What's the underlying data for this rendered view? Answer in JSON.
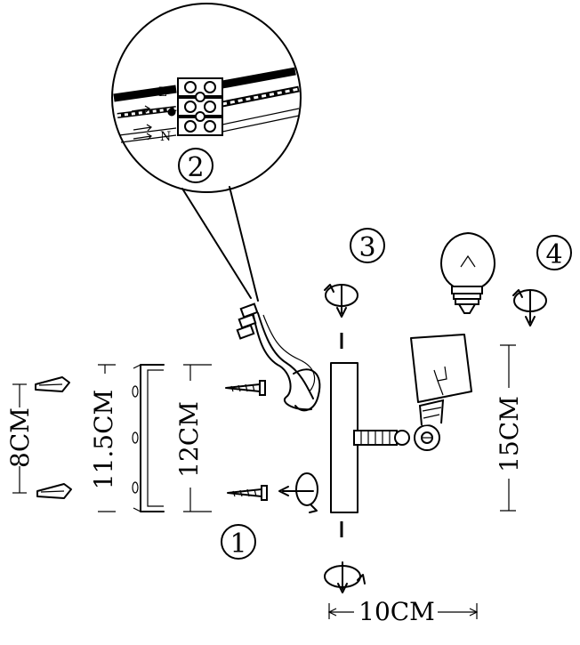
{
  "steps": {
    "one": "1",
    "two": "2",
    "three": "3",
    "four": "4"
  },
  "wiring": {
    "live": "L",
    "neutral": "N"
  },
  "dimensions": {
    "anchor_spacing": "8CM",
    "bracket_height": "11.5CM",
    "screw_spacing": "12CM",
    "fixture_height": "15CM",
    "base_width": "10CM"
  }
}
